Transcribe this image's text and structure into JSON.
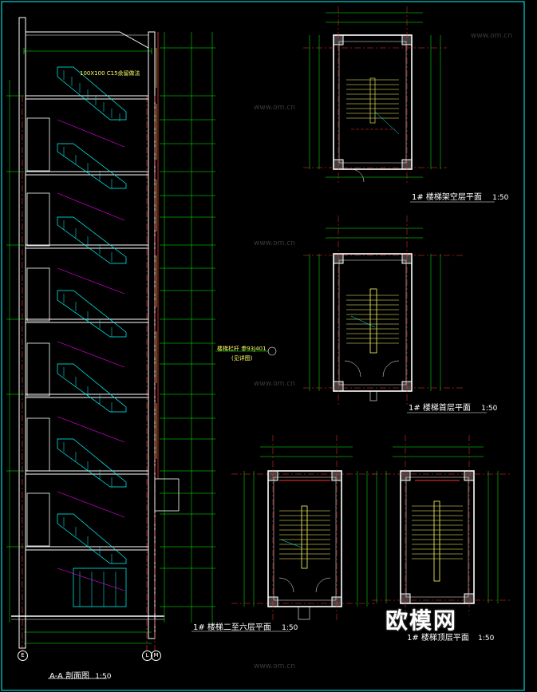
{
  "section": {
    "title": "A-A 剖面图",
    "scale": "1:50",
    "note_top": "100X100 C15余留做法",
    "note_mid_1": "楼梯栏杆 参93J401",
    "note_mid_2": "(见详图)",
    "axis_left": "E",
    "axis_right_1": "L",
    "axis_right_2": "M"
  },
  "plans": [
    {
      "title": "1# 楼梯架空层平面",
      "scale": "1:50"
    },
    {
      "title": "1# 楼梯首层平面",
      "scale": "1:50"
    },
    {
      "title": "1# 楼梯二至六层平面",
      "scale": "1:50"
    },
    {
      "title": "1# 楼梯顶层平面",
      "scale": "1:50"
    }
  ],
  "watermark": {
    "brand": "欧模网",
    "url": "www.om.cn"
  },
  "colors": {
    "background": "#000000",
    "wall": "#ffffff",
    "dimension": "#00ff00",
    "stair": "#00ffff",
    "railing": "#ff00ff",
    "axis": "#ff3333",
    "note": "#ffff66",
    "frame": "#00ffff"
  }
}
